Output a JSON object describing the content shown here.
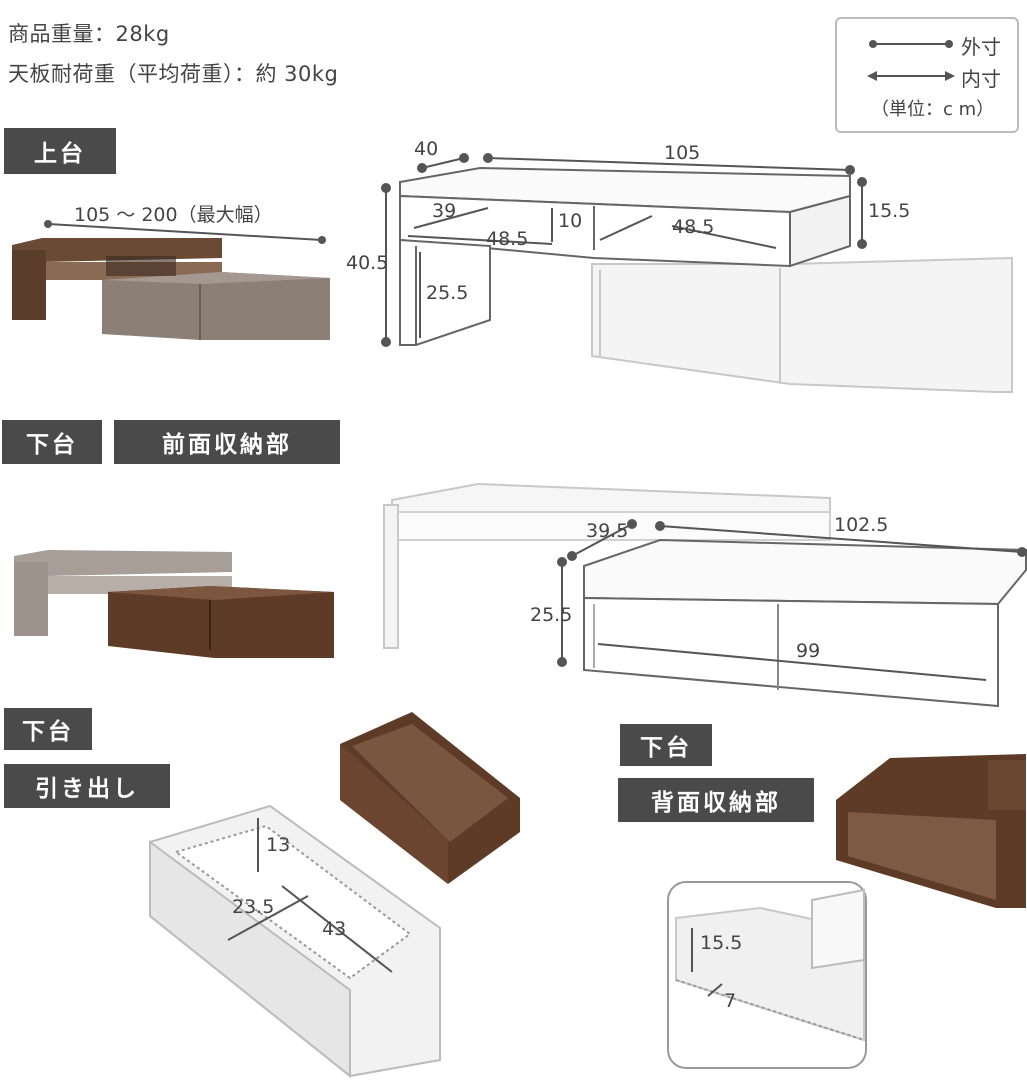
{
  "specs": {
    "weight": "商品重量：28kg",
    "load": "天板耐荷重（平均荷重）：約 30kg"
  },
  "legend": {
    "outer": "外寸",
    "inner": "内寸",
    "unit": "（単位：c m）"
  },
  "sections": {
    "upper": "上台",
    "lower1": "下台",
    "front_storage": "前面収納部",
    "lower2": "下台",
    "drawer": "引き出し",
    "lower3": "下台",
    "back_storage": "背面収納部"
  },
  "dims_upper": {
    "range": "105 ～ 200（最大幅）",
    "depth": "40",
    "width": "105",
    "height_top": "15.5",
    "total_height": "40.5",
    "leg_height": "25.5",
    "inner_39": "39",
    "inner_10": "10",
    "inner_485a": "48.5",
    "inner_485b": "48.5"
  },
  "dims_lower": {
    "depth": "39.5",
    "width": "102.5",
    "height": "25.5",
    "inner_width": "99"
  },
  "dims_drawer": {
    "height": "13",
    "depth": "23.5",
    "width": "43"
  },
  "dims_back": {
    "height": "15.5",
    "depth": "7"
  },
  "colors": {
    "tag_bg": "#4a4a4a",
    "wood_dark": "#5e3b26",
    "wood_mid": "#7a6553",
    "wood_grey": "#8f8076",
    "line_grey": "#555555"
  }
}
